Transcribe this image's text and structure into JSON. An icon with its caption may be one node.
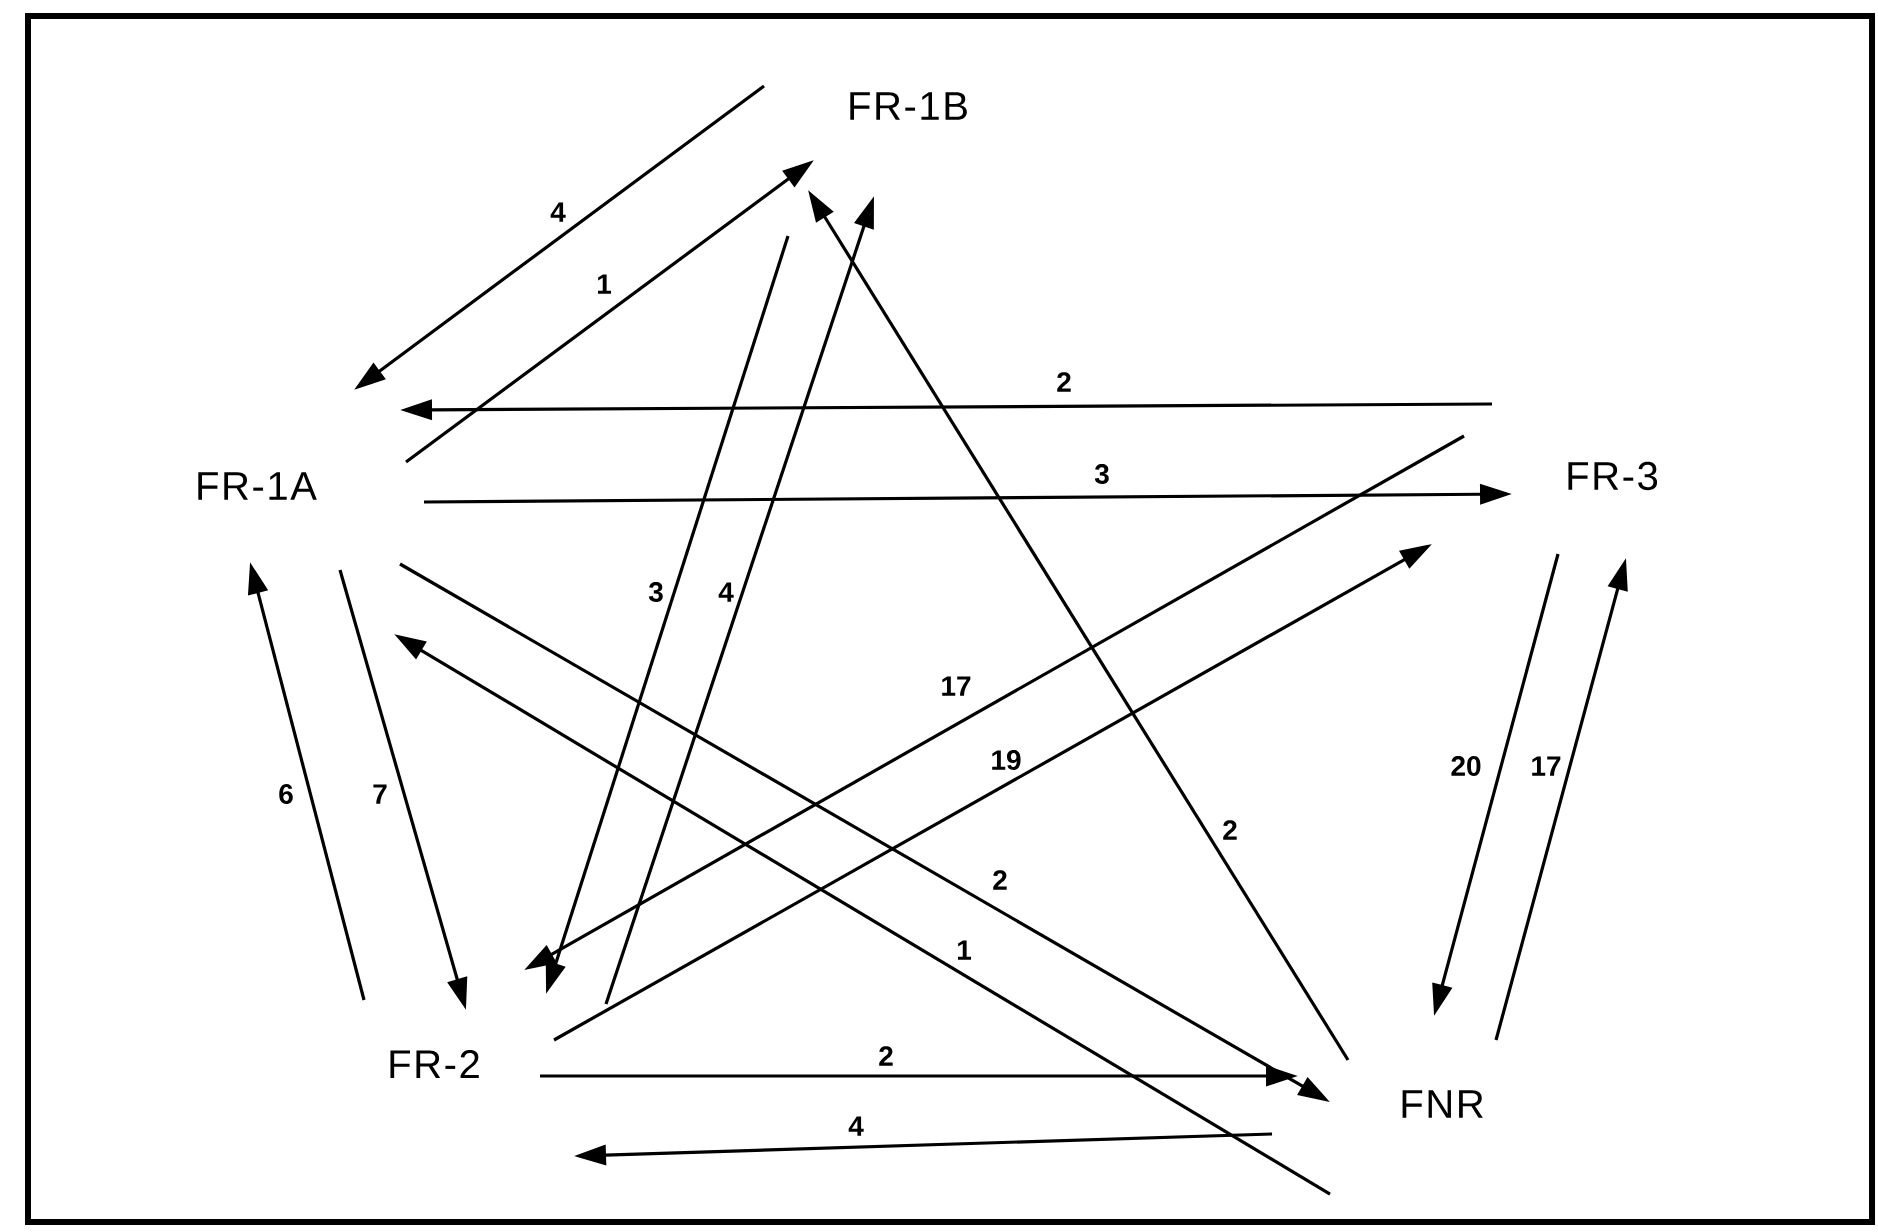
{
  "diagram": {
    "nodes": [
      {
        "text": [
          "FR-1B"
        ]
      },
      {
        "text": [
          "FR-1A"
        ]
      },
      {
        "text": [
          "FR-3"
        ]
      },
      {
        "text": [
          "FR-2"
        ]
      },
      {
        "text": [
          "FNR"
        ]
      }
    ],
    "edges": [
      {
        "from": 0,
        "to": 1,
        "arrow": "to",
        "label": "4"
      },
      {
        "from": 1,
        "to": 0,
        "arrow": "to",
        "label": "1"
      },
      {
        "from": 2,
        "to": 1,
        "arrow": "to",
        "label": "2"
      },
      {
        "from": 1,
        "to": 2,
        "arrow": "to",
        "label": "3"
      },
      {
        "from": 0,
        "to": 3,
        "arrow": "to",
        "label": "3"
      },
      {
        "from": 3,
        "to": 0,
        "arrow": "to",
        "label": "4"
      },
      {
        "from": 4,
        "to": 0,
        "arrow": "to",
        "label": "2"
      },
      {
        "from": 3,
        "to": 1,
        "arrow": "to",
        "label": "6"
      },
      {
        "from": 1,
        "to": 3,
        "arrow": "to",
        "label": "7"
      },
      {
        "from": 2,
        "to": 3,
        "arrow": "to",
        "label": "17"
      },
      {
        "from": 3,
        "to": 2,
        "arrow": "to",
        "label": "19"
      },
      {
        "from": 1,
        "to": 4,
        "arrow": "to",
        "label": "2"
      },
      {
        "from": 4,
        "to": 1,
        "arrow": "to",
        "label": "1"
      },
      {
        "from": 2,
        "to": 4,
        "arrow": "to",
        "label": "20"
      },
      {
        "from": 4,
        "to": 2,
        "arrow": "to",
        "label": "17"
      },
      {
        "from": 3,
        "to": 4,
        "arrow": "to",
        "label": "2"
      },
      {
        "from": 4,
        "to": 3,
        "arrow": "to",
        "label": "4"
      }
    ]
  }
}
